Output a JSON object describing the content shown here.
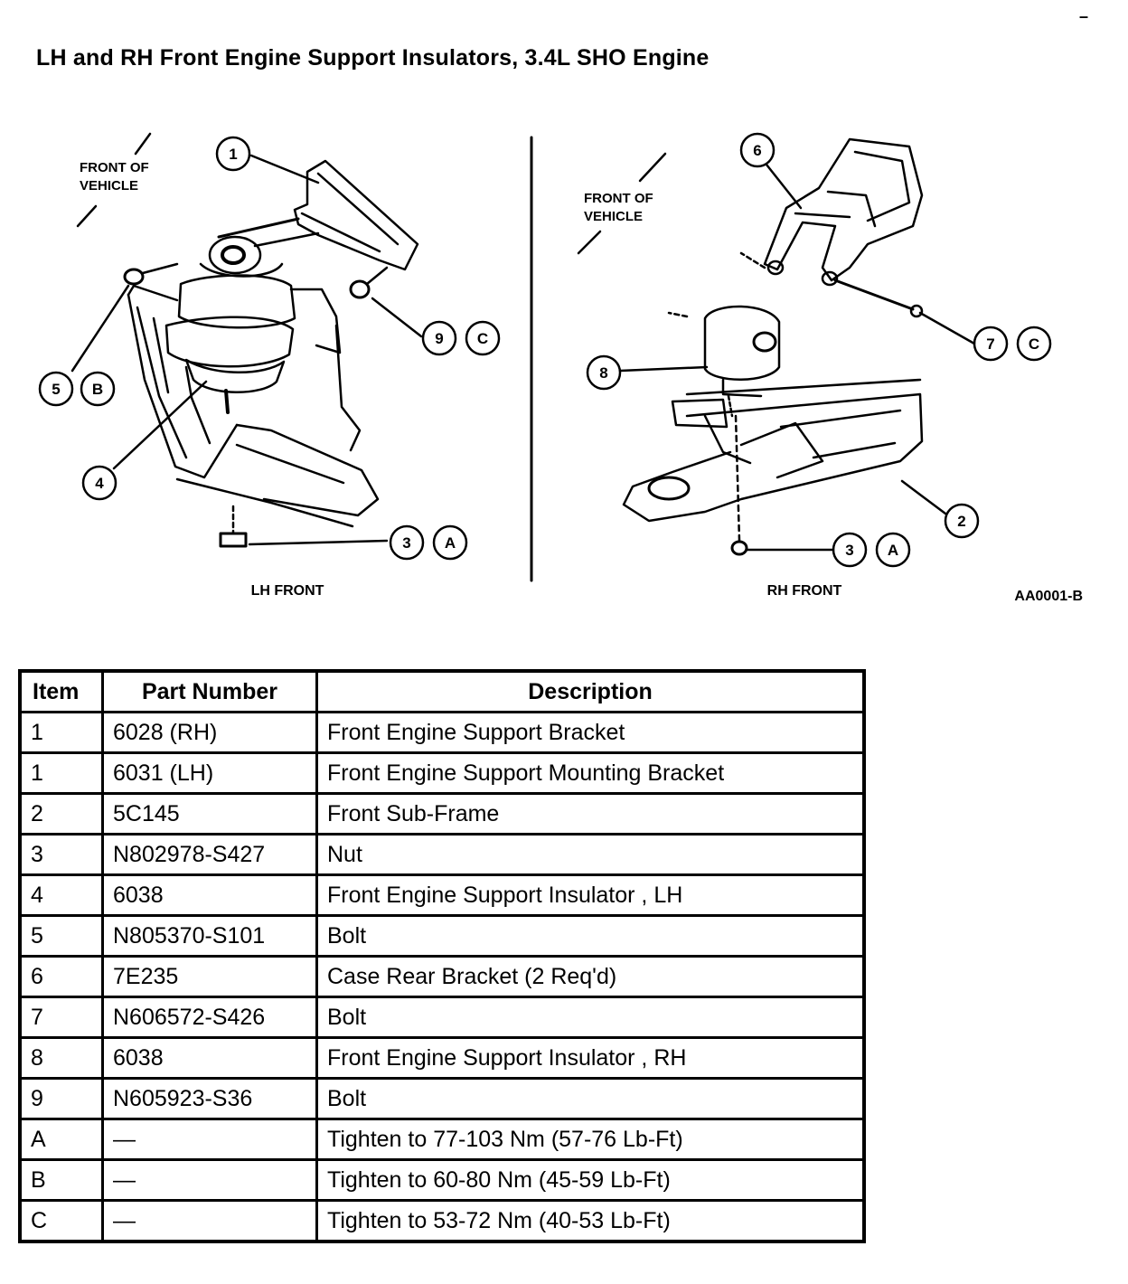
{
  "corner_mark": "–",
  "title": "LH and RH Front Engine Support Insulators, 3.4L SHO Engine",
  "figure": {
    "lh_front_label": "LH FRONT",
    "rh_front_label": "RH FRONT",
    "front_of_vehicle_line1": "FRONT OF",
    "front_of_vehicle_line2": "VEHICLE",
    "figure_id": "AA0001-B",
    "lh_callouts": [
      "1",
      "9",
      "C",
      "5",
      "B",
      "4",
      "3",
      "A"
    ],
    "rh_callouts": [
      "6",
      "7",
      "C",
      "8",
      "2",
      "3",
      "A"
    ]
  },
  "table": {
    "headers": [
      "Item",
      "Part Number",
      "Description"
    ],
    "rows": [
      [
        "1",
        "6028 (RH)",
        "Front Engine Support Bracket"
      ],
      [
        "1",
        "6031 (LH)",
        "Front Engine Support Mounting Bracket"
      ],
      [
        "2",
        "5C145",
        "Front Sub-Frame"
      ],
      [
        "3",
        "N802978-S427",
        "Nut"
      ],
      [
        "4",
        "6038",
        "Front Engine Support Insulator , LH"
      ],
      [
        "5",
        "N805370-S101",
        "Bolt"
      ],
      [
        "6",
        "7E235",
        "Case Rear Bracket (2 Req'd)"
      ],
      [
        "7",
        "N606572-S426",
        "Bolt"
      ],
      [
        "8",
        "6038",
        "Front Engine Support Insulator , RH"
      ],
      [
        "9",
        "N605923-S36",
        "Bolt"
      ],
      [
        "A",
        "—",
        "Tighten to 77-103 Nm (57-76 Lb-Ft)"
      ],
      [
        "B",
        "—",
        "Tighten to 60-80 Nm (45-59 Lb-Ft)"
      ],
      [
        "C",
        "—",
        "Tighten to 53-72 Nm (40-53 Lb-Ft)"
      ]
    ]
  }
}
